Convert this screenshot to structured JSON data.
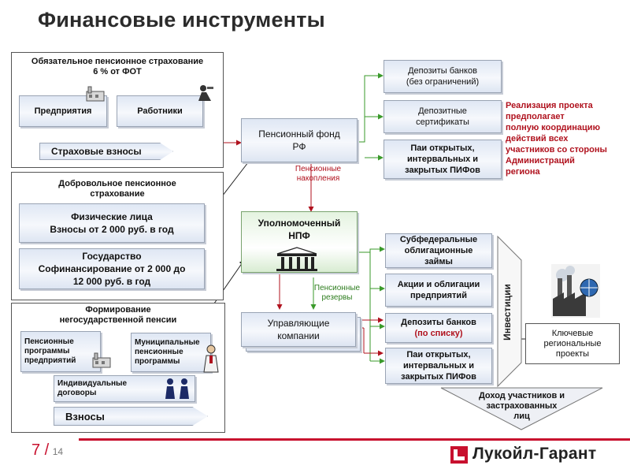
{
  "title": "Финансовые инструменты",
  "left": {
    "mandatory": {
      "title_line1": "Обязательное пенсионное страхование",
      "title_line2": "6 % от ФОТ",
      "enterprises": "Предприятия",
      "workers": "Работники",
      "contributions": "Страховые взносы"
    },
    "voluntary": {
      "title_line1": "Добровольное пенсионное",
      "title_line2": "страхование",
      "individuals_line1": "Физические лица",
      "individuals_line2": "Взносы от 2 000 руб. в год",
      "state_line1": "Государство",
      "state_line2": "Софинансирование от 2 000 до",
      "state_line3": "12 000 руб. в год"
    },
    "nonstate": {
      "title_line1": "Формирование",
      "title_line2": "негосударственной пенсии",
      "programs_line1": "Пенсионные",
      "programs_line2": "программы",
      "programs_line3": "предприятий",
      "municipal_line1": "Муниципальные",
      "municipal_line2": "пенсионные",
      "municipal_line3": "программы",
      "individual_line1": "Индивидуальные",
      "individual_line2": "договоры",
      "contributions": "Взносы"
    }
  },
  "center": {
    "pfr_line1": "Пенсионный фонд",
    "pfr_line2": "РФ",
    "savings_line1": "Пенсионные",
    "savings_line2": "накопления",
    "npf_line1": "Уполномоченный",
    "npf_line2": "НПФ",
    "reserves_line1": "Пенсионные",
    "reserves_line2": "резервы",
    "managers_line1": "Управляющие",
    "managers_line2": "компании"
  },
  "right_top": {
    "deposits_line1": "Депозиты банков",
    "deposits_line2": "(без ограничений)",
    "certs_line1": "Депозитные",
    "certs_line2": "сертификаты",
    "funds_line1": "Паи открытых,",
    "funds_line2": "интервальных и",
    "funds_line3": "закрытых ПИФов"
  },
  "side_note": {
    "line1": "Реализация проекта",
    "line2": "предполагает",
    "line3": "полную координацию",
    "line4": "действий всех",
    "line5": "участников со стороны",
    "line6": "Администраций",
    "line7": "региона"
  },
  "right_bottom": {
    "subfed_line1": "Субфедеральные",
    "subfed_line2": "облигационные",
    "subfed_line3": "займы",
    "shares_line1": "Акции и облигации",
    "shares_line2": "предприятий",
    "deposits_line1": "Депозиты банков",
    "deposits_line2": "(по списку)",
    "funds_line1": "Паи открытых,",
    "funds_line2": "интервальных и",
    "funds_line3": "закрытых ПИФов",
    "investments": "Инвестиции",
    "income_line1": "Доход участников и",
    "income_line2": "застрахованных",
    "income_line3": "лиц",
    "projects_line1": "Ключевые",
    "projects_line2": "региональные",
    "projects_line3": "проекты"
  },
  "footer": {
    "page": "7 /",
    "total": "14",
    "logo": "Лукойл-Гарант"
  },
  "colors": {
    "accent": "#c8102e",
    "green_arrow": "#3a9a2a",
    "red_arrow": "#b0121e"
  }
}
